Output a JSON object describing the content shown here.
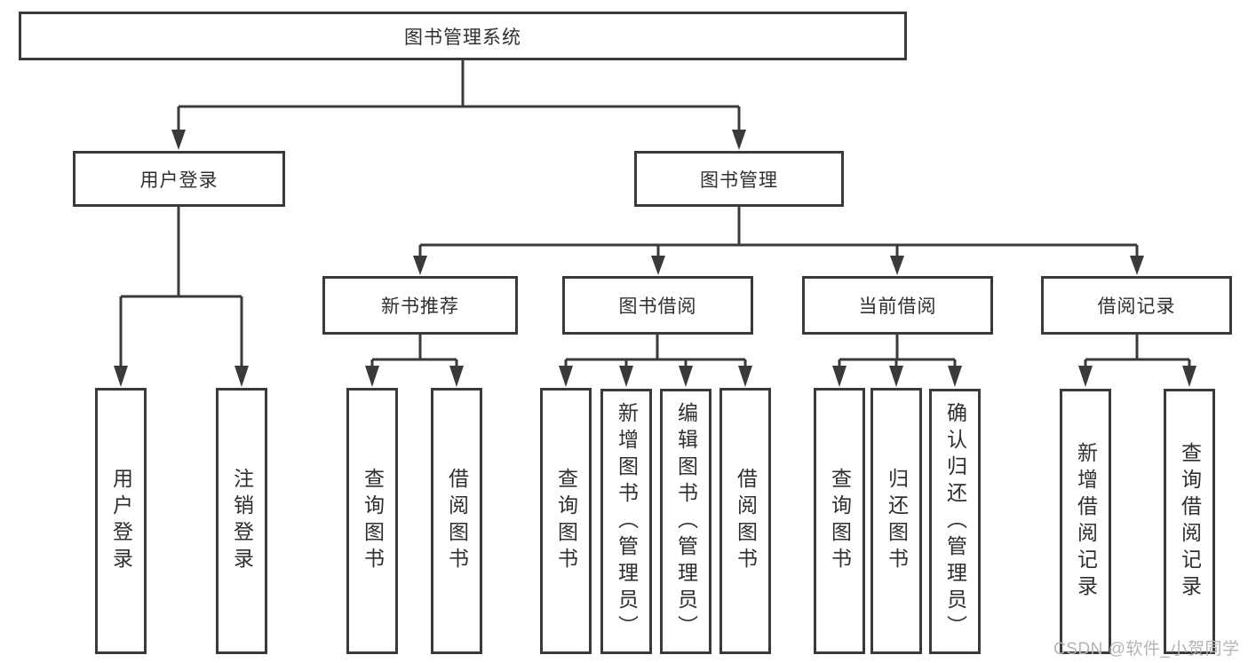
{
  "diagram_type": "hierarchy-tree",
  "tree": {
    "root": {
      "label": "图书管理系统",
      "children": [
        {
          "label": "用户登录",
          "children": [
            {
              "label": "用户登录"
            },
            {
              "label": "注销登录"
            }
          ]
        },
        {
          "label": "图书管理",
          "children": [
            {
              "label": "新书推荐",
              "children": [
                {
                  "label": "查询图书"
                },
                {
                  "label": "借阅图书"
                }
              ]
            },
            {
              "label": "图书借阅",
              "children": [
                {
                  "label": "查询图书"
                },
                {
                  "label": "新增图书（管理员）"
                },
                {
                  "label": "编辑图书（管理员）"
                },
                {
                  "label": "借阅图书"
                }
              ]
            },
            {
              "label": "当前借阅",
              "children": [
                {
                  "label": "查询图书"
                },
                {
                  "label": "归还图书"
                },
                {
                  "label": "确认归还（管理员）"
                }
              ]
            },
            {
              "label": "借阅记录",
              "children": [
                {
                  "label": "新增借阅记录"
                },
                {
                  "label": "查询借阅记录"
                }
              ]
            }
          ]
        }
      ]
    }
  },
  "watermark": {
    "text": "CSDN @软件_小贺同学"
  },
  "colors": {
    "line": "#3a3a3a",
    "text": "#2f2f2f",
    "watermark": "#b4b4b4",
    "background": "#ffffff"
  }
}
